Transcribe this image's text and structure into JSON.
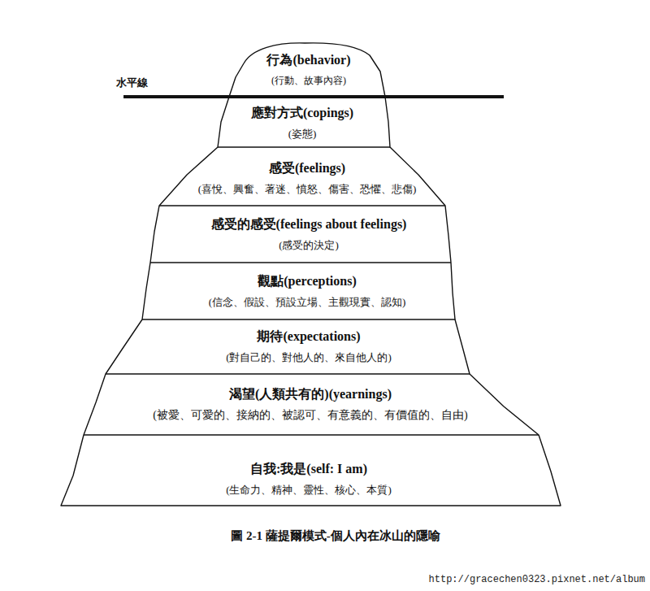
{
  "diagram": {
    "caption": "圖 2-1  薩提爾模式-個人內在冰山的隱喻",
    "nodes": [
      {
        "text": [
          "行為(behavior)",
          "(行動、故事內容)"
        ]
      },
      {
        "text": [
          "應對方式(copings)",
          "(姿態)"
        ]
      },
      {
        "text": [
          "感受(feelings)",
          "(喜悅、興奮、著迷、憤怒、傷害、恐懼、悲傷)"
        ]
      },
      {
        "text": [
          "感受的感受(feelings about feelings)",
          "(感受的決定)"
        ]
      },
      {
        "text": [
          "觀點(perceptions)",
          "(信念、假設、預設立場、主觀現實、認知)"
        ]
      },
      {
        "text": [
          "期待(expectations)",
          "(對自己的、對他人的、來自他人的)"
        ]
      },
      {
        "text": [
          "渴望(人類共有的)(yearnings)",
          "(被愛、可愛的、接納的、被認可、有意義的、有價值的、自由)"
        ]
      },
      {
        "text": [
          "自我:我是(self: I am)",
          "(生命力、精神、靈性、核心、本質)"
        ]
      }
    ],
    "labels": [
      "水平線",
      "http://gracechen0323.pixnet.net/album"
    ]
  }
}
